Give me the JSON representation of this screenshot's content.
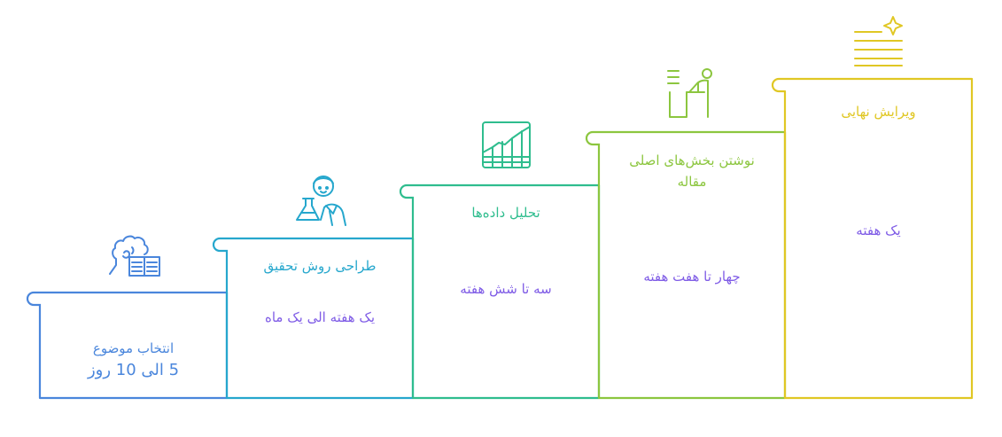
{
  "colors": {
    "step1": "#4a86dc",
    "step2": "#26a7cd",
    "step3": "#2fbd8e",
    "step4": "#8cc63f",
    "step5": "#e0c724",
    "duration": "#7f5ce6"
  },
  "steps": [
    {
      "title": "انتخاب موضوع",
      "duration": "5 الی 10 روز",
      "icon": "person-reading-book-icon"
    },
    {
      "title": "طراحی روش تحقیق",
      "duration": "یک هفته الی یک ماه",
      "icon": "scientist-with-flask-icon"
    },
    {
      "title": "تحلیل داده‌ها",
      "duration": "سه تا شش هفته",
      "icon": "spreadsheet-chart-icon"
    },
    {
      "title_line1": "نوشتن بخش‌های اصلی",
      "title_line2": "مقاله",
      "duration": "چهار تا هفت هفته",
      "icon": "writing-at-desk-icon"
    },
    {
      "title": "ویرایش نهایی",
      "duration": "یک هفته",
      "icon": "sparkle-lines-icon"
    }
  ]
}
